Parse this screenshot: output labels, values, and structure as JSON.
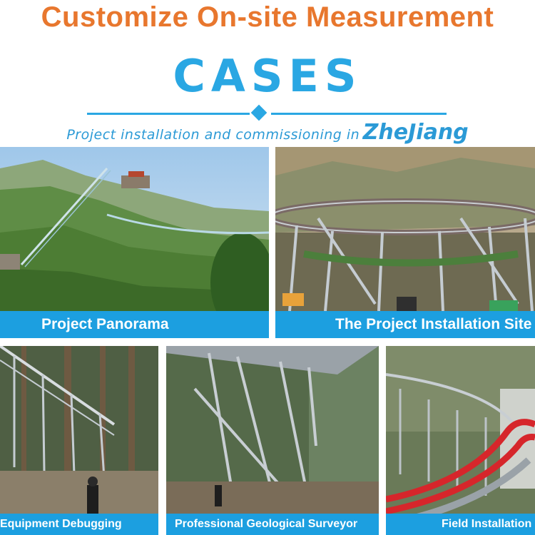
{
  "headline": "Customize On-site Measurement",
  "section_title": "CASES",
  "subtitle": {
    "lead": "Project installation and commissioning in",
    "place": "ZheJiang"
  },
  "photos": [
    {
      "caption": "Project Panorama"
    },
    {
      "caption": "The Project Installation Site"
    },
    {
      "caption": "Equipment Debugging"
    },
    {
      "caption": "Professional Geological Surveyor"
    },
    {
      "caption": "Field Installation"
    }
  ],
  "colors": {
    "headline": "#e8772e",
    "accent": "#2aa7e3",
    "caption_bar": "#1c9fe0"
  }
}
